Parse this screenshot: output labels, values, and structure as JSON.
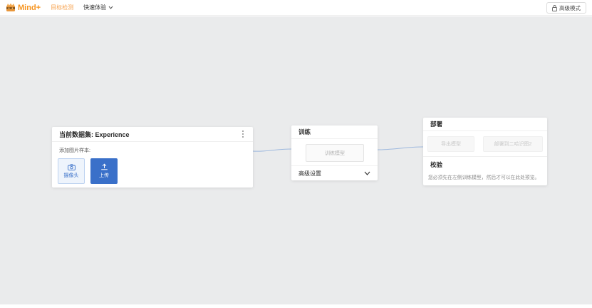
{
  "header": {
    "logo_text": "Mind+",
    "nav": [
      {
        "label": "目标检测",
        "active": true
      },
      {
        "label": "快速体验",
        "active": false
      }
    ],
    "advanced_mode_label": "高级模式"
  },
  "dataset_card": {
    "title": "当前数据集: Experience",
    "add_samples_label": "添加图片样本:",
    "camera_button_label": "摄像头",
    "upload_button_label": "上传"
  },
  "training_card": {
    "title": "训练",
    "train_button_label": "训练模型",
    "advanced_settings_label": "高级设置"
  },
  "deploy_card": {
    "title": "部署",
    "export_button_label": "导出模型",
    "deploy_button_label": "部署到二哈识图2",
    "validation_title": "校验",
    "validation_hint": "您必须先在左侧训练模型，然后才可以在此处预览。"
  },
  "colors": {
    "brand_orange": "#f7941e",
    "primary_blue": "#3a70c9",
    "connector_blue": "#9db8de",
    "canvas_gray": "#eaebec"
  }
}
